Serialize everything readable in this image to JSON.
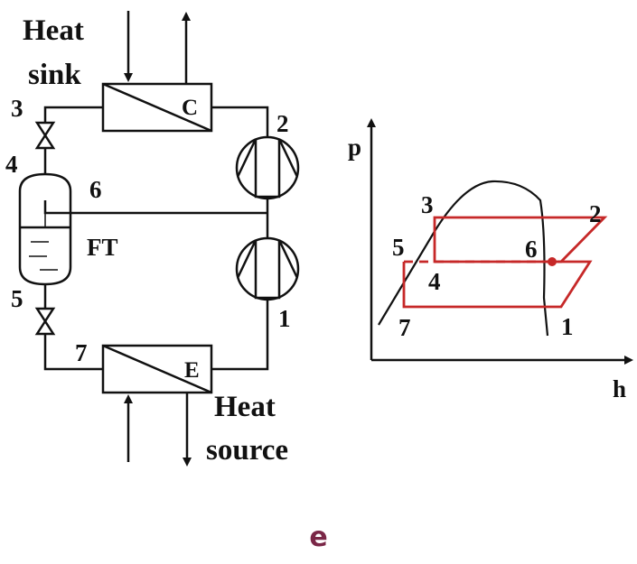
{
  "colors": {
    "line": "#111111",
    "cycle": "#c62828",
    "caption": "#7a2747"
  },
  "labels": {
    "heat_sink_1": "Heat",
    "heat_sink_2": "sink",
    "heat_source_1": "Heat",
    "heat_source_2": "source",
    "condenser": "C",
    "evaporator": "E",
    "flash_tank": "FT",
    "axis_p": "p",
    "axis_h": "h"
  },
  "circuit_states": [
    "1",
    "2",
    "3",
    "4",
    "5",
    "6",
    "7"
  ],
  "diagram_states": [
    "1",
    "2",
    "3",
    "4",
    "5",
    "6",
    "7"
  ],
  "caption": "e"
}
